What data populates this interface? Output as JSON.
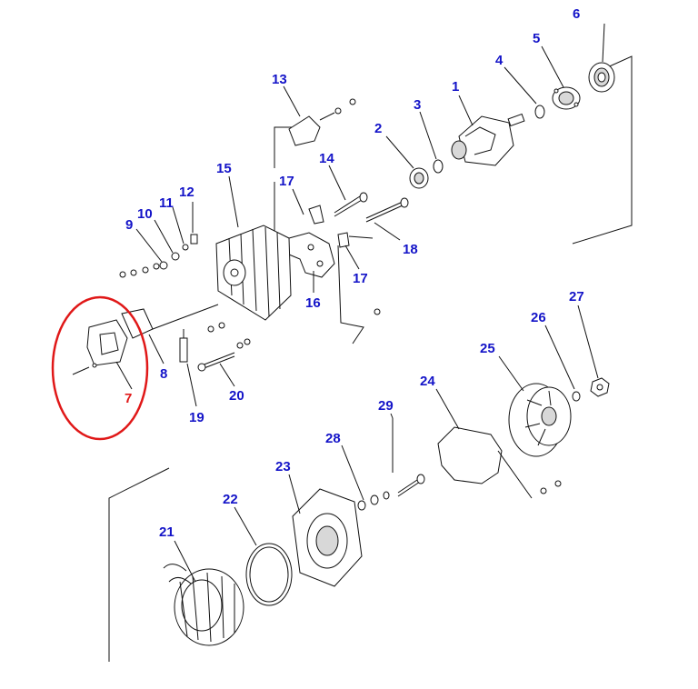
{
  "diagram": {
    "labels": {
      "p1": "1",
      "p2": "2",
      "p3": "3",
      "p4": "4",
      "p5": "5",
      "p6": "6",
      "p7": "7",
      "p8": "8",
      "p9": "9",
      "p10": "10",
      "p11": "11",
      "p12": "12",
      "p13": "13",
      "p14": "14",
      "p15": "15",
      "p16": "16",
      "p17a": "17",
      "p17b": "17",
      "p18": "18",
      "p19": "19",
      "p20": "20",
      "p21": "21",
      "p22": "22",
      "p23": "23",
      "p24": "24",
      "p25": "25",
      "p26": "26",
      "p27": "27",
      "p28": "28",
      "p29": "29"
    },
    "highlighted_part": "7",
    "colors": {
      "label": "#1414c8",
      "highlight": "#e01818",
      "line": "#111111"
    }
  }
}
